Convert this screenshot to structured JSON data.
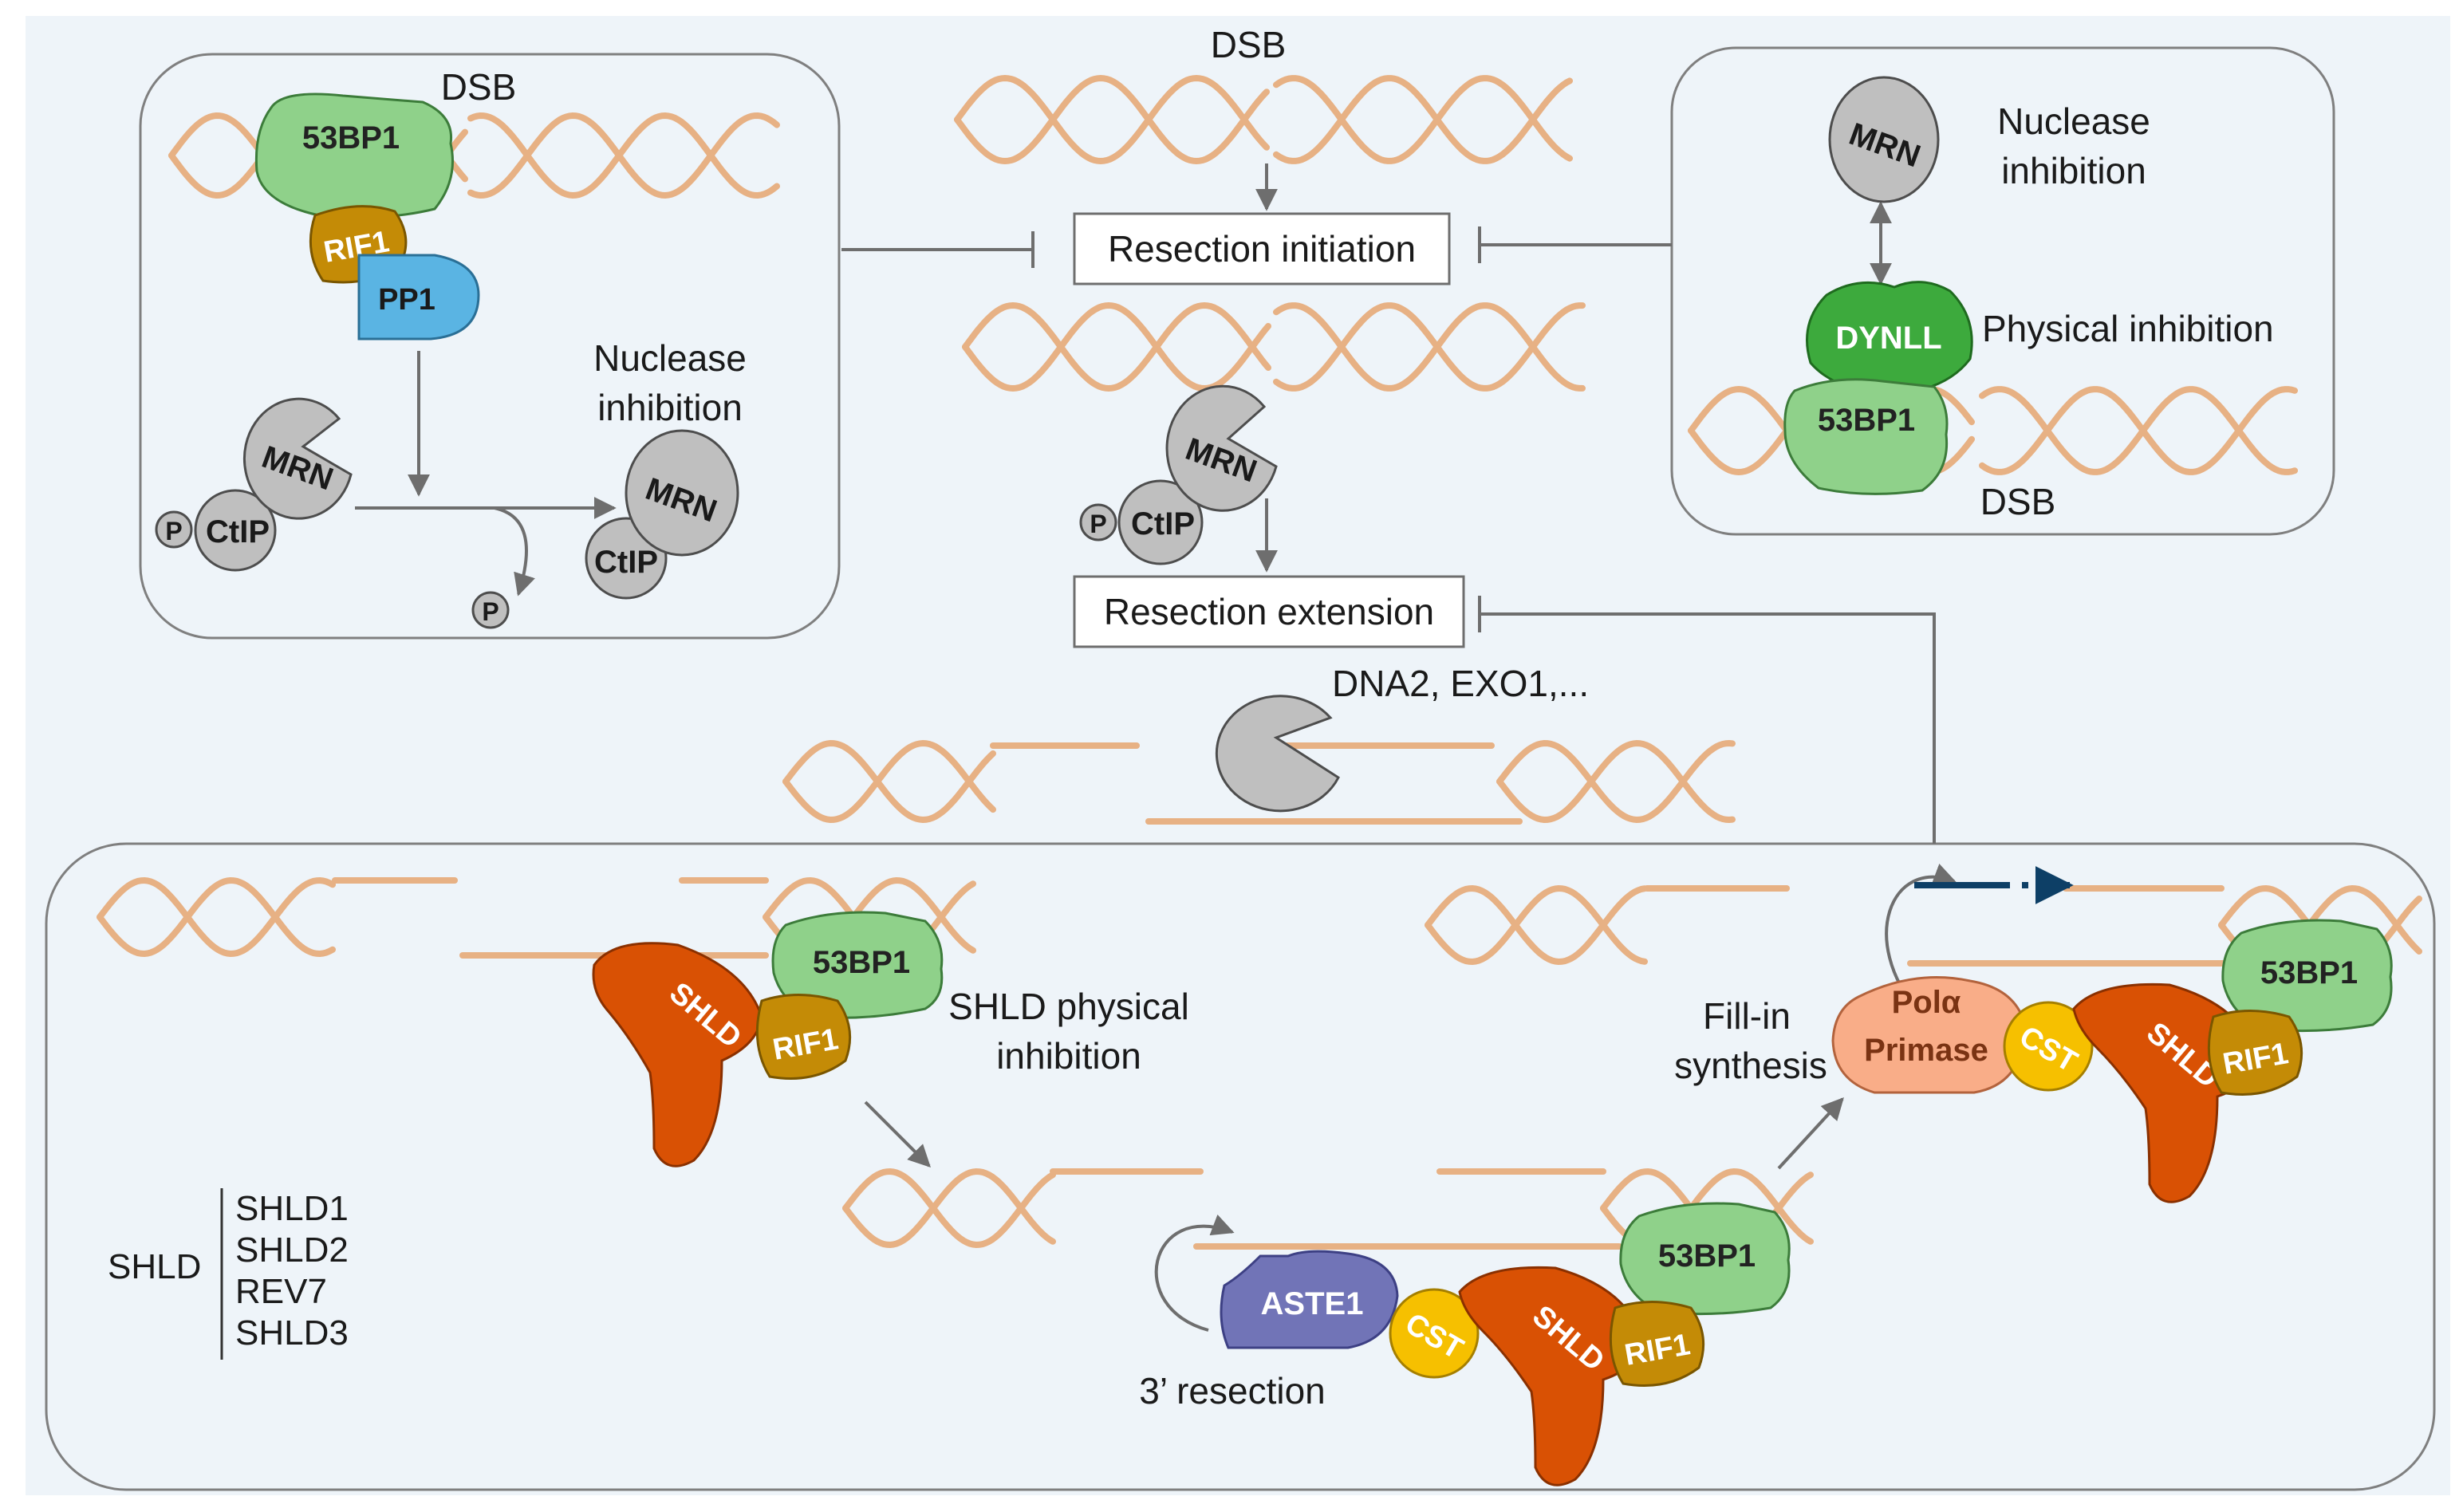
{
  "colors": {
    "background": "#eef4f9",
    "dna": "#e7b184",
    "panel_stroke": "#7f7f7f",
    "arrow": "#6e6e6e",
    "p53bp1": "#8fd18a",
    "rif1": "#c48b06",
    "pp1": "#5ab4e3",
    "mrn": "#b9b9b9",
    "dynll": "#3daa3d",
    "shld": "#d95104",
    "cst": "#f6c000",
    "aste1": "#7174b7",
    "polprimase": "#f9ad88",
    "fill_in": "#0d3f66"
  },
  "center": {
    "dsb_label": "DSB",
    "resection_initiation": "Resection initiation",
    "resection_extension": "Resection extension",
    "nucleases": "DNA2, EXO1,..."
  },
  "left_panel": {
    "dsb_label": "DSB",
    "inhibition_label": [
      "Nuclease",
      "inhibition"
    ]
  },
  "right_panel": {
    "dsb_label": "DSB",
    "nuclease_label": [
      "Nuclease",
      "inhibition"
    ],
    "physical_label": "Physical inhibition"
  },
  "bottom_panel": {
    "shld_physical_label": [
      "SHLD physical",
      "inhibition"
    ],
    "fill_in_label": [
      "Fill-in",
      "synthesis"
    ],
    "resection_3prime": "3’ resection",
    "shld_group": "SHLD",
    "shld_members": [
      "SHLD1",
      "SHLD2",
      "REV7",
      "SHLD3"
    ]
  },
  "proteins": {
    "p53bp1": "53BP1",
    "rif1": "RIF1",
    "pp1": "PP1",
    "mrn": "MRN",
    "ctip": "CtIP",
    "phospho": "P",
    "dynll": "DYNLL",
    "shld": "SHLD",
    "cst": "CST",
    "aste1": "ASTE1",
    "pol": "Polα",
    "primase": "Primase"
  }
}
